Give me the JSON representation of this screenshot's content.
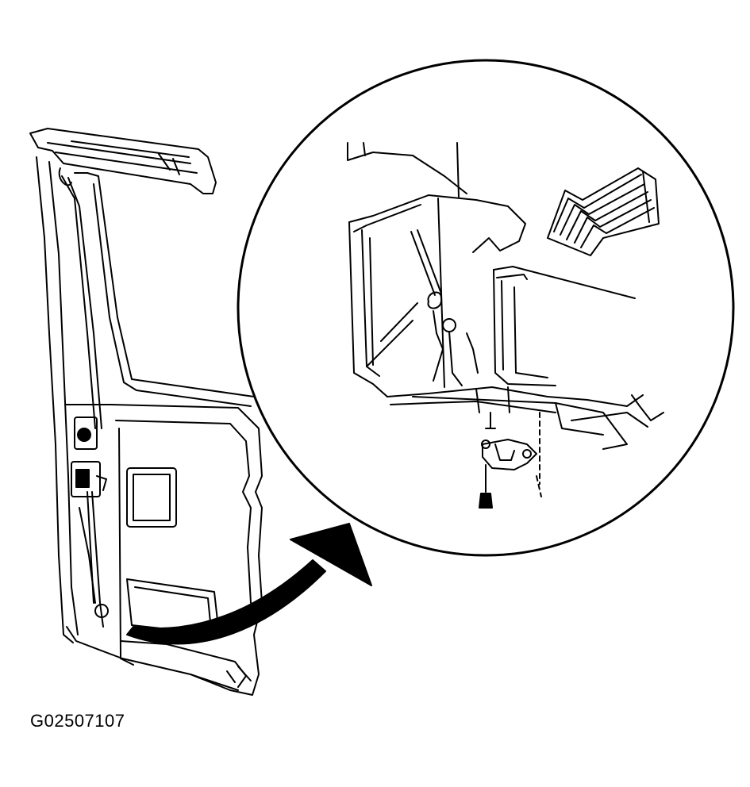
{
  "figure": {
    "id_label": "G02507107",
    "line_color": "#000000",
    "background_color": "#ffffff"
  },
  "parts": {
    "door_panel": "rear-door-inner-panel",
    "detail_view": "magnified-latch-area",
    "pointer": "curved-arrow-pointing-to-detail",
    "direction_arrow": "hatched-arrow-into-latch"
  }
}
